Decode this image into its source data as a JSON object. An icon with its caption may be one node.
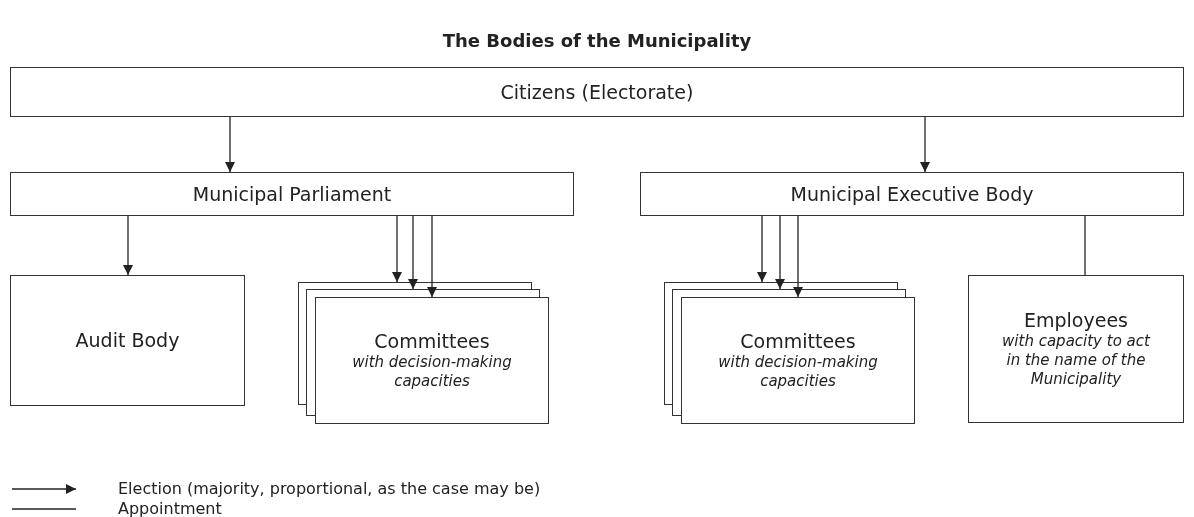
{
  "diagram": {
    "title": "The Bodies of the Municipality",
    "nodes": [
      {
        "text": [
          "Citizens (Electorate)"
        ]
      },
      {
        "text": [
          "Municipal Parliament"
        ]
      },
      {
        "text": [
          "Municipal Executive Body"
        ]
      },
      {
        "text": [
          "Audit Body"
        ]
      },
      {
        "text": [
          "Committees",
          "with decision-making capacities"
        ]
      },
      {
        "text": [
          "Committees",
          "with decision-making capacities"
        ]
      },
      {
        "text": [
          "Employees",
          "with capacity to act in the name of the Municipality"
        ]
      }
    ],
    "edges": [
      {
        "from": 0,
        "to": 1,
        "arrow": "to"
      },
      {
        "from": 0,
        "to": 2,
        "arrow": "to"
      },
      {
        "from": 1,
        "to": 3,
        "arrow": "to"
      },
      {
        "from": 1,
        "to": 4,
        "arrow": "to"
      },
      {
        "from": 1,
        "to": 4,
        "arrow": "to"
      },
      {
        "from": 1,
        "to": 4,
        "arrow": "to"
      },
      {
        "from": 2,
        "to": 5,
        "arrow": "to"
      },
      {
        "from": 2,
        "to": 5,
        "arrow": "to"
      },
      {
        "from": 2,
        "to": 5,
        "arrow": "to"
      },
      {
        "from": 2,
        "to": 6,
        "arrow": "none"
      }
    ],
    "legend": [
      {
        "text": "Election (majority, proportional, as the case may be)"
      },
      {
        "text": "Appointment"
      }
    ]
  }
}
